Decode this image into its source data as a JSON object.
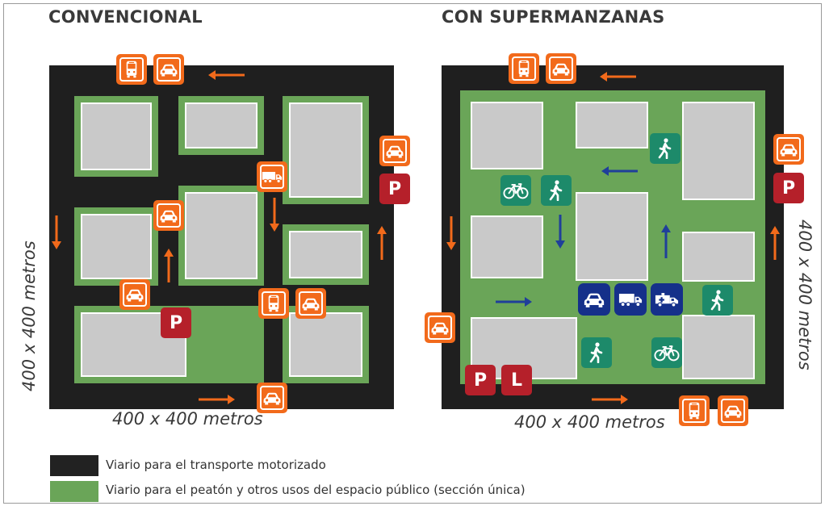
{
  "headings": {
    "left": "CONVENCIONAL",
    "right": "CON SUPERMANZANAS"
  },
  "dimensions": {
    "left_bottom": "400 x 400 metros",
    "left_side": "400 x 400 metros",
    "right_bottom": "400 x 400 metros",
    "right_side": "400 x 400 metros"
  },
  "icons": {
    "parking": "P",
    "loading": "L"
  },
  "legend": [
    {
      "color": "#222222",
      "label": "Viario para el transporte motorizado"
    },
    {
      "color": "#6aa558",
      "label": "Viario para el peatón y otros usos del espacio público (sección única)"
    }
  ],
  "colors": {
    "road": "#1f1f1f",
    "pedestrian": "#6aa558",
    "building": "#c9c9c9",
    "traffic_icon": "#f26a1b",
    "parking_icon": "#b5202a",
    "pedestrian_icon": "#1d8a6a",
    "service_icon": "#15308a",
    "arrow_orange": "#f26a1b",
    "arrow_blue": "#1f3f9a"
  }
}
